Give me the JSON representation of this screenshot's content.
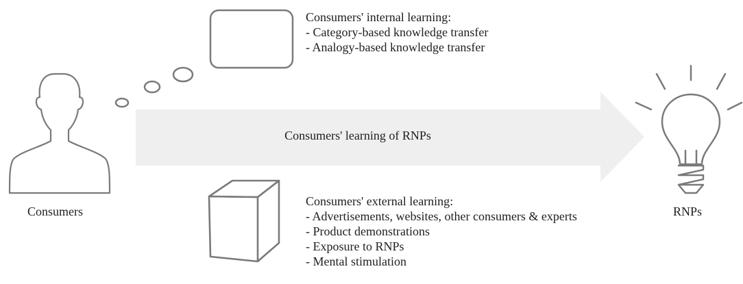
{
  "arrow": {
    "label": "Consumers' learning of RNPs",
    "fill": "#efefef"
  },
  "consumers": {
    "label": "Consumers",
    "icon": "person-silhouette-icon"
  },
  "rnps": {
    "label": "RNPs",
    "icon": "lightbulb-icon"
  },
  "internal_learning": {
    "title": "Consumers' internal learning:",
    "items": [
      "- Category-based knowledge transfer",
      "- Analogy-based knowledge transfer"
    ],
    "icon": "thought-bubble-icon"
  },
  "external_learning": {
    "title": "Consumers' external learning:",
    "items": [
      "- Advertisements, websites, other consumers & experts",
      "- Product demonstrations",
      "- Exposure to RNPs",
      "- Mental stimulation"
    ],
    "icon": "cube-icon"
  },
  "colors": {
    "stroke": "#7a7a7a",
    "text": "#1e1e1e"
  }
}
